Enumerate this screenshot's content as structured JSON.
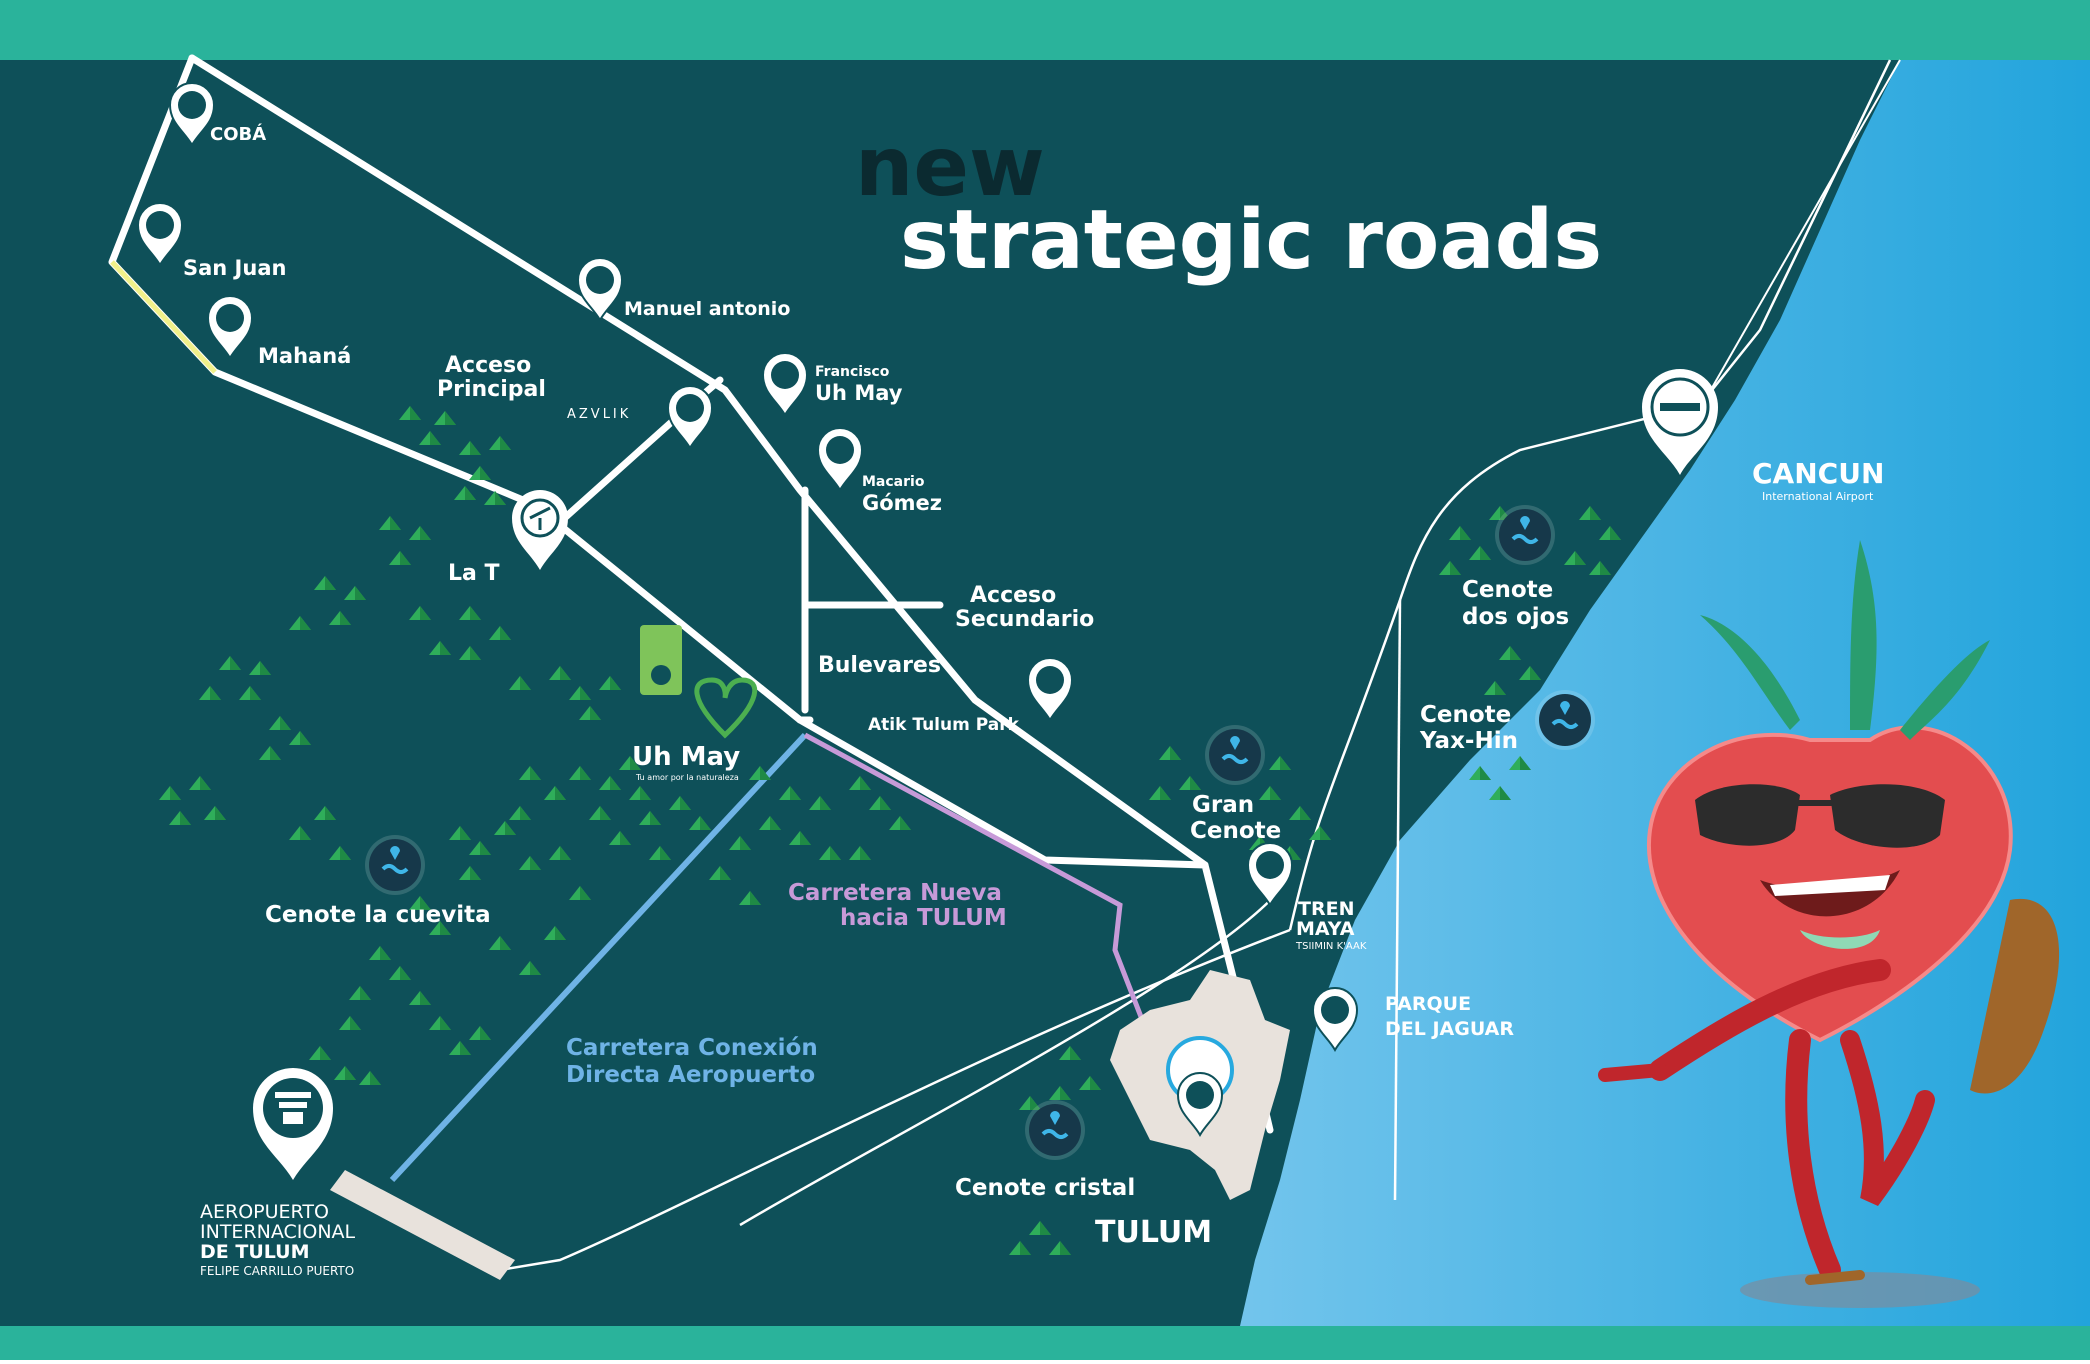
{
  "title": {
    "line1": "new",
    "line2": "strategic roads"
  },
  "colors": {
    "band": "#2ab39b",
    "land": "#0e5059",
    "sea_light": "#cfe8f6",
    "sea_dark": "#27a9df",
    "road": "#ffffff",
    "road_blue": "#6fb3e6",
    "road_purple": "#c79ad8",
    "road_yellow": "#f1f08a",
    "tree": "#2fae5a",
    "mascot_red": "#e34d4f"
  },
  "towns": {
    "coba": "COBÁ",
    "san_juan": "San Juan",
    "mahana": "Mahaná",
    "manuel_antonio": "Manuel antonio",
    "francisco_top": "Francisco",
    "francisco_bottom": "Uh May",
    "macario_top": "Macario",
    "macario_bottom": "Gómez",
    "la_t": "La T"
  },
  "access": {
    "principal_1": "Acceso",
    "principal_2": "Principal",
    "azvlik": "AZVLIK",
    "secundario_1": "Acceso",
    "secundario_2": "Secundario",
    "bulevares": "Bulevares",
    "atik": "Atik Tulum Park"
  },
  "uh_may": {
    "name": "Uh May",
    "tagline": "Tu amor por la naturaleza"
  },
  "new_roads": {
    "nueva_1": "Carretera Nueva",
    "nueva_2": "hacia TULUM",
    "conexion_1": "Carretera Conexión",
    "conexion_2": "Directa Aeropuerto"
  },
  "cenotes": {
    "cuevita": "Cenote la cuevita",
    "gran_1": "Gran",
    "gran_2": "Cenote",
    "cristal": "Cenote cristal",
    "dos_ojos_1": "Cenote",
    "dos_ojos_2": "dos ojos",
    "yax_hin_1": "Cenote",
    "yax_hin_2": "Yax-Hin"
  },
  "airport_tulum": {
    "line1": "AEROPUERTO",
    "line2": "INTERNACIONAL",
    "line3": "DE TULUM",
    "line4": "FELIPE CARRILLO PUERTO"
  },
  "airport_cancun": {
    "name": "CANCUN",
    "sub": "International Airport"
  },
  "tren_maya": {
    "line1": "TREN",
    "line2": "MAYA",
    "line3": "TSIIMIN K'AAK"
  },
  "parque": {
    "line1": "PARQUE",
    "line2": "DEL JAGUAR"
  },
  "tulum": "TULUM"
}
